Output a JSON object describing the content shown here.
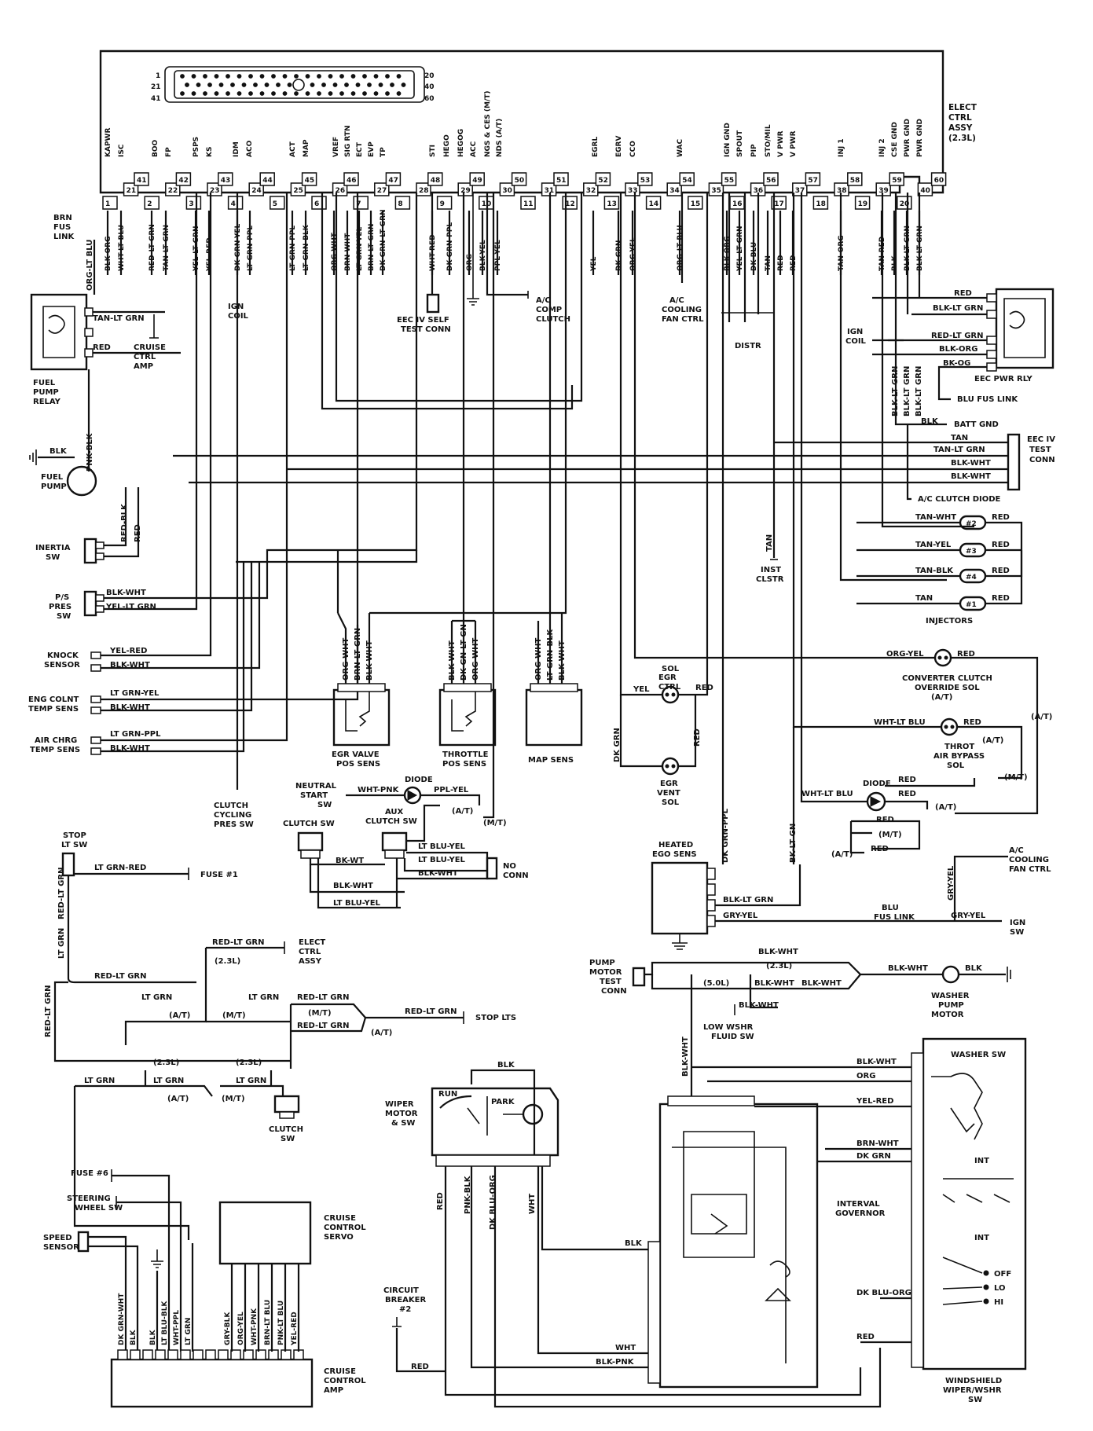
{
  "eca": {
    "header_pins": [
      "1",
      "20",
      "21",
      "40",
      "41",
      "60"
    ],
    "title": [
      "ELECT",
      "CTRL",
      "ASSY",
      "(2.3L)"
    ],
    "signals": [
      "KAPWR",
      "ISC",
      "BOO",
      "FP",
      "PSPS",
      "KS",
      "IDM",
      "ACO",
      "ACT",
      "MAP",
      "VREF",
      "SIG RTN",
      "ECT",
      "EVP",
      "TP",
      "STI",
      "HEGO",
      "HEGOG",
      "ACC",
      "NGS & CES (M/T)",
      "NDS (A/T)",
      "EGRL",
      "EGRV",
      "CCO",
      "WAC",
      "IGN GND",
      "SPOUT",
      "PIP",
      "STO/MIL",
      "V PWR",
      "V PWR",
      "INJ 1",
      "INJ 2",
      "CSE GND",
      "PWR GND",
      "PWR GND"
    ],
    "lower_pins": [
      "1",
      "21",
      "2",
      "22",
      "3",
      "23",
      "4",
      "24",
      "5",
      "25",
      "6",
      "26",
      "7",
      "27",
      "8",
      "28",
      "9",
      "29",
      "10",
      "30",
      "11",
      "31",
      "12",
      "32",
      "13",
      "33",
      "14",
      "34",
      "15",
      "35",
      "16",
      "36",
      "17",
      "37",
      "18",
      "38",
      "19",
      "39",
      "20",
      "40"
    ],
    "upper_pins": [
      "41",
      "42",
      "43",
      "44",
      "45",
      "46",
      "47",
      "48",
      "49",
      "50",
      "51",
      "52",
      "53",
      "54",
      "55",
      "56",
      "57",
      "58",
      "59",
      "60"
    ],
    "wire_colors": [
      "BLK-ORG",
      "WHT-LT BLU",
      "RED-LT GRN",
      "TAN-LT GRN",
      "YEL-LT GRN",
      "YEL-RED",
      "DK GRN-YEL",
      "LT GRN-PPL",
      "LT GRN-PPL",
      "LT GRN-BLK",
      "ORG-WHT",
      "BRN-WHT",
      "LT GRN-YEL",
      "BRN-LT GRN",
      "DK GRN-LT GRN",
      "WHT-RED",
      "DK GRN-PPL",
      "ORG",
      "BLK-YEL",
      "PPL-YEL",
      "YEL",
      "DK GRN",
      "ORG-YEL",
      "ORG-LT BLU",
      "BLK-ORG",
      "YEL-LT GRN",
      "DK BLU",
      "TAN",
      "RED",
      "RED",
      "TAN-ORG",
      "TAN-RED",
      "BLK",
      "BLK-LT GRN",
      "BLK-LT GRN"
    ]
  },
  "components": {
    "brn_fus_link": [
      "BRN",
      "FUS",
      "LINK"
    ],
    "fuel_pump_relay": [
      "FUEL",
      "PUMP",
      "RELAY"
    ],
    "cruise_ctrl_amp": [
      "CRUISE",
      "CTRL",
      "AMP"
    ],
    "ign_coil": [
      "IGN",
      "COIL"
    ],
    "eec_self_test": [
      "EEC IV SELF",
      "TEST CONN"
    ],
    "ac_comp_clutch": [
      "A/C",
      "COMP",
      "CLUTCH"
    ],
    "ac_cooling_fan": [
      "A/C",
      "COOLING",
      "FAN CTRL"
    ],
    "distr": "DISTR",
    "eec_pwr_rly": "EEC PWR RLY",
    "blu_fus_link": "BLU FUS LINK",
    "batt_gnd": "BATT GND",
    "eec_test_conn": [
      "EEC IV",
      "TEST",
      "CONN"
    ],
    "ac_clutch_diode": "A/C CLUTCH DIODE",
    "fuel_pump": [
      "FUEL",
      "PUMP"
    ],
    "inertia_sw": [
      "INERTIA",
      "SW"
    ],
    "ps_pres_sw": [
      "P/S",
      "PRES",
      "SW"
    ],
    "knock_sensor": [
      "KNOCK",
      "SENSOR"
    ],
    "eng_colnt": [
      "ENG COLNT",
      "TEMP SENS"
    ],
    "air_chrg": [
      "AIR CHRG",
      "TEMP SENS"
    ],
    "egr_valve": [
      "EGR VALVE",
      "POS SENS"
    ],
    "throttle": [
      "THROTTLE",
      "POS SENS"
    ],
    "map_sens": "MAP SENS",
    "clutch_cycling": [
      "CLUTCH",
      "CYCLING",
      "PRES SW"
    ],
    "inst_clstr": [
      "INST",
      "CLSTR"
    ],
    "injectors": "INJECTORS",
    "converter_clutch": [
      "CONVERTER CLUTCH",
      "OVERRIDE SOL",
      "(A/T)"
    ],
    "egr_ctrl_sol": [
      "EGR",
      "CTRL",
      "SOL"
    ],
    "egr_vent_sol": [
      "EGR",
      "VENT",
      "SOL"
    ],
    "throt_air": [
      "THROT",
      "AIR BYPASS",
      "SOL"
    ],
    "diode": "DIODE",
    "neutral_start": [
      "NEUTRAL",
      "START",
      "SW"
    ],
    "clutch_sw": "CLUTCH SW",
    "aux_clutch_sw": [
      "AUX",
      "CLUTCH SW"
    ],
    "no_conn": [
      "NO",
      "CONN"
    ],
    "heated_ego": [
      "HEATED",
      "EGO SENS"
    ],
    "ign_sw": [
      "IGN",
      "SW"
    ],
    "stop_lt_sw": [
      "STOP",
      "LT SW"
    ],
    "fuse_1": "FUSE #1",
    "elect_ctrl_assy": [
      "ELECT",
      "CTRL",
      "ASSY"
    ],
    "stop_lts": "STOP LTS",
    "clutch_sw_lower": [
      "CLUTCH",
      "SW"
    ],
    "fuse_6": "FUSE #6",
    "steering_wheel_sw": [
      "STEERING",
      "WHEEL SW"
    ],
    "speed_sensor": [
      "SPEED",
      "SENSOR"
    ],
    "cruise_servo": [
      "CRUISE",
      "CONTROL",
      "SERVO"
    ],
    "cruise_amp": [
      "CRUISE",
      "CONTROL",
      "AMP"
    ],
    "pump_motor_test": [
      "PUMP",
      "MOTOR",
      "TEST",
      "CONN"
    ],
    "washer_pump": [
      "WASHER",
      "PUMP",
      "MOTOR"
    ],
    "low_wshr": [
      "LOW WSHR",
      "FLUID SW"
    ],
    "washer_sw": "WASHER SW",
    "wiper_motor": [
      "WIPER",
      "MOTOR",
      "& SW"
    ],
    "run": "RUN",
    "park": "PARK",
    "interval_governor": [
      "INTERVAL",
      "GOVERNOR"
    ],
    "circuit_breaker": [
      "CIRCUIT",
      "BREAKER",
      "#2"
    ],
    "windshield": [
      "WINDSHIELD",
      "WIPER/WSHR",
      "SW"
    ],
    "int1": "INT",
    "int2": "INT",
    "off": "OFF",
    "lo": "LO",
    "hi": "HI"
  },
  "labels": {
    "org_lt_blu": "ORG-LT BLU",
    "tan_lt_grn": "TAN-LT GRN",
    "red": "RED",
    "blk": "BLK",
    "pnk_blk": "PNK-BLK",
    "red_blk": "RED-BLK",
    "blk_wht": "BLK-WHT",
    "yel_lt_grn": "YEL-LT GRN",
    "yel_red": "YEL-RED",
    "lt_grn_yel": "LT GRN-YEL",
    "lt_grn_ppl": "LT GRN-PPL",
    "egr_wires": [
      "ORG-WHT",
      "BRN-LT GRN",
      "BLK-WHT"
    ],
    "tps_wires": [
      "BLK-WHT",
      "DK GN-LT GN",
      "ORG-WHT"
    ],
    "map_wires": [
      "ORG-WHT",
      "LT GRN-BLK",
      "BLK-WHT"
    ],
    "relay_right": [
      "RED",
      "BLK-LT GRN",
      "IGN",
      "COIL",
      "RED-LT GRN",
      "BLK-ORG",
      "BK-OG"
    ],
    "eec_vert": [
      "BLK-LT GRN",
      "BLK-LT GRN",
      "BLK-LT GRN"
    ],
    "test_conn_wires": [
      "TAN",
      "TAN-LT GRN",
      "BLK-WHT",
      "BLK-WHT"
    ],
    "injector_wires": [
      "TAN-WHT",
      "TAN-YEL",
      "TAN-BLK",
      "TAN"
    ],
    "injector_nums": [
      "#2",
      "#3",
      "#4",
      "#1"
    ],
    "tan_v": "TAN",
    "org_yel": "ORG-YEL",
    "yel": "YEL",
    "dk_grn": "DK GRN",
    "wht_lt_blu": "WHT-LT BLU",
    "at": "(A/T)",
    "mt": "(M/T)",
    "wht_pnk": "WHT-PNK",
    "ppl_yel": "PPL-YEL",
    "bk_wt": "BK-WT",
    "lt_blu_yel": "LT BLU-YEL",
    "lt_grn_red": "LT GRN-RED",
    "red_lt_grn": "RED-LT GRN",
    "lt_grn": "LT GRN",
    "l23": "(2.3L)",
    "l50": "(5.0L)",
    "dk_grn_ppl": "DK GRN-PPL",
    "bk_lt_gn": "BK-LT GN",
    "blk_lt_grn": "BLK-LT GRN",
    "gry_yel": "GRY-YEL",
    "blu_fus_link": [
      "BLU",
      "FUS LINK"
    ],
    "cruise_amp_wires": [
      "DK GRN-WHT",
      "BLK",
      "BLK",
      "LT BLU-BLK",
      "WHT-PPL",
      "LT GRN"
    ],
    "servo_wires": [
      "GRY-BLK",
      "ORG-YEL",
      "WHT-PNK",
      "BRN-LT BLU",
      "PNK-LT BLU",
      "YEL-RED"
    ],
    "wiper_wires": [
      "RED",
      "PNK-BLK",
      "DK BLU-ORG",
      "WHT"
    ],
    "washer_wires": [
      "BLK-WHT",
      "ORG",
      "YEL-RED",
      "BRN-WHT",
      "DK GRN",
      "DK BLU-ORG",
      "RED"
    ],
    "gov_wires": [
      "BLK",
      "WHT",
      "BLK-PNK"
    ]
  }
}
